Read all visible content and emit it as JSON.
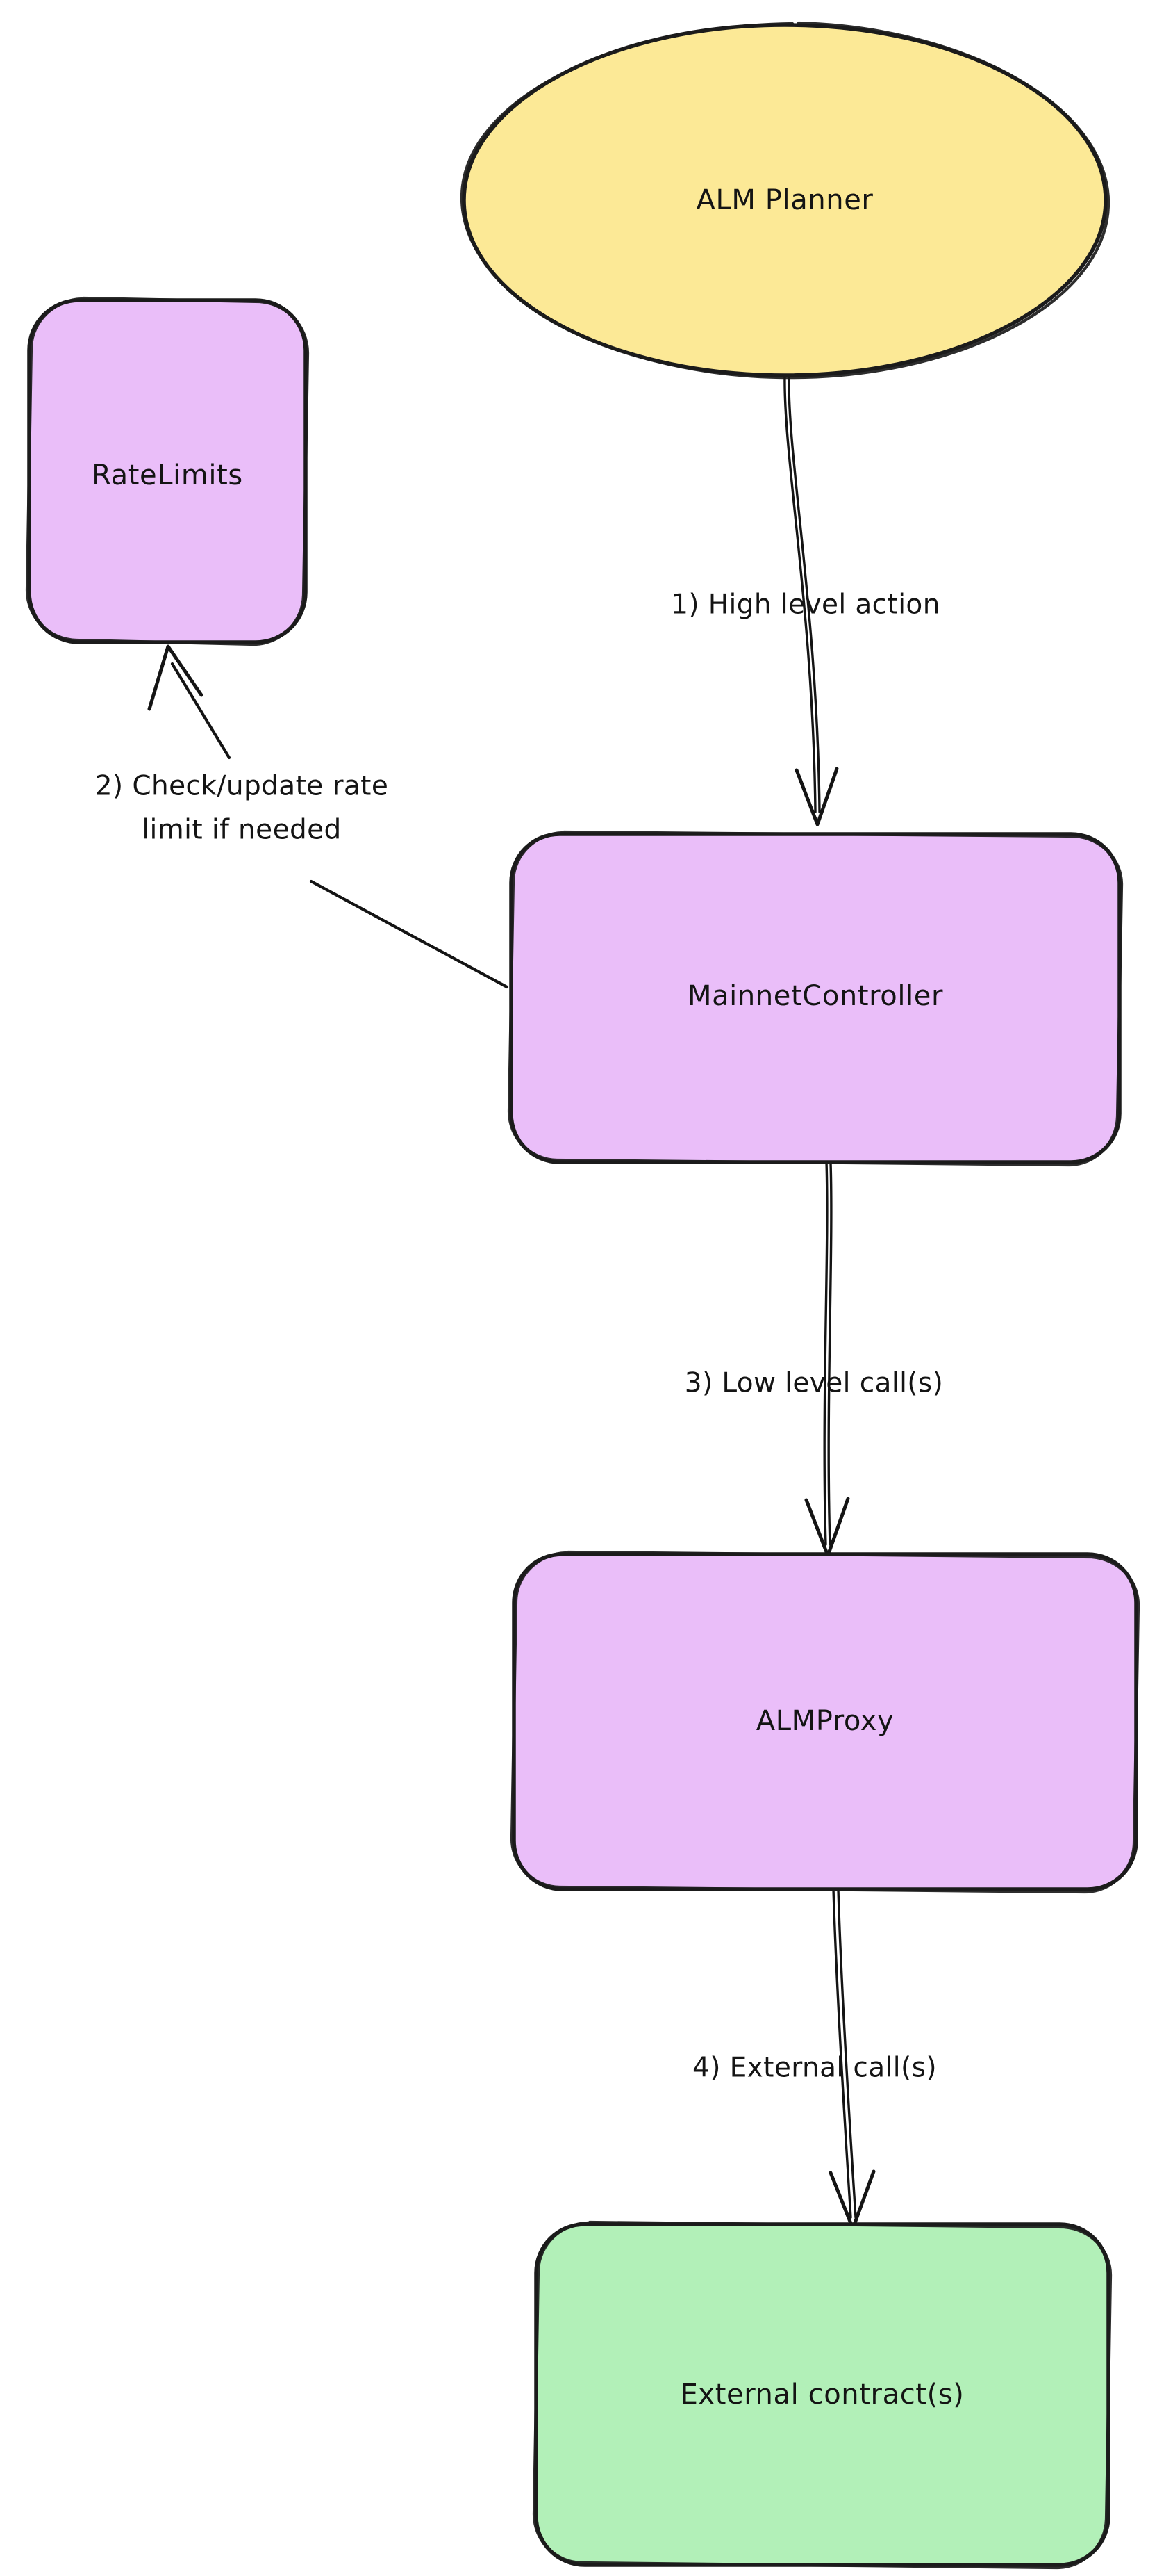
{
  "diagram": {
    "title": "ALM architecture call flow",
    "background_color": "#ffffff",
    "stroke_color": "#141414",
    "nodes": [
      {
        "id": "alm-planner",
        "label": "ALM Planner",
        "shape": "ellipse",
        "fill": "#fce996"
      },
      {
        "id": "rate-limits",
        "label": "RateLimits",
        "shape": "rounded-rect",
        "fill": "#eabef9"
      },
      {
        "id": "mainnet-controller",
        "label": "MainnetController",
        "shape": "rounded-rect",
        "fill": "#eabef9"
      },
      {
        "id": "alm-proxy",
        "label": "ALMProxy",
        "shape": "rounded-rect",
        "fill": "#eabef9"
      },
      {
        "id": "external-contracts",
        "label": "External contract(s)",
        "shape": "rounded-rect",
        "fill": "#b2f0b8"
      }
    ],
    "edges": [
      {
        "id": "edge-1",
        "from": "alm-planner",
        "to": "mainnet-controller",
        "label": "1) High level action",
        "label_lines": [
          "1) High level action"
        ],
        "arrow": "to"
      },
      {
        "id": "edge-2",
        "from": "mainnet-controller",
        "to": "rate-limits",
        "label": "2) Check/update rate limit if needed",
        "label_lines": [
          "2) Check/update rate",
          "limit if needed"
        ],
        "arrow": "to"
      },
      {
        "id": "edge-3",
        "from": "mainnet-controller",
        "to": "alm-proxy",
        "label": "3) Low level call(s)",
        "label_lines": [
          "3) Low level call(s)"
        ],
        "arrow": "to"
      },
      {
        "id": "edge-4",
        "from": "alm-proxy",
        "to": "external-contracts",
        "label": "4) External call(s)",
        "label_lines": [
          "4) External call(s)"
        ],
        "arrow": "to"
      }
    ]
  }
}
